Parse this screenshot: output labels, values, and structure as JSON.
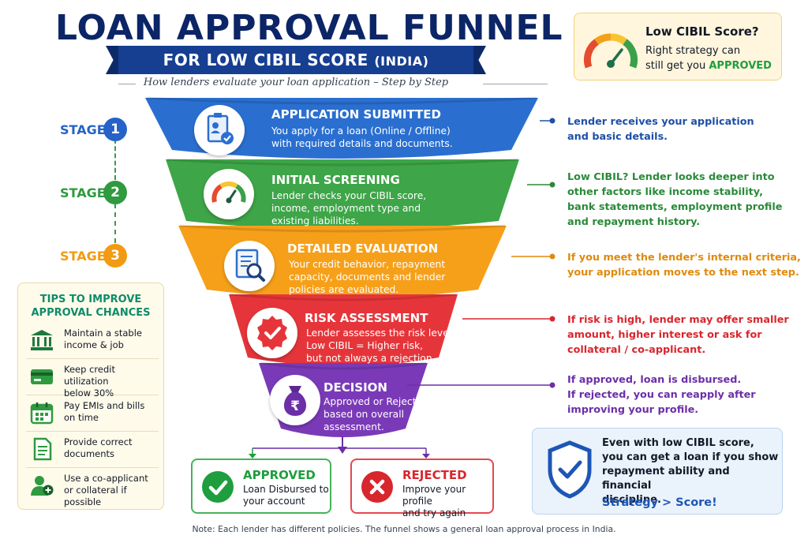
{
  "header": {
    "title": "LOAN APPROVAL FUNNEL",
    "subtitle_main": "FOR LOW CIBIL SCORE",
    "subtitle_country": "(INDIA)",
    "tagline": "How lenders evaluate your loan application – Step by Step"
  },
  "cibil_box": {
    "title": "Low CIBIL Score?",
    "text_line1": "Right strategy can",
    "text_line2": "still get you",
    "highlight": "APPROVED"
  },
  "stages": [
    {
      "label": "STAGE",
      "number": "1",
      "color": "#2563c9"
    },
    {
      "label": "STAGE",
      "number": "2",
      "color": "#2f9a3f"
    },
    {
      "label": "STAGE",
      "number": "3",
      "color": "#f29a12"
    }
  ],
  "funnel": [
    {
      "title": "APPLICATION SUBMITTED",
      "desc": [
        "You apply for a loan (Online / Offline)",
        "with required details and documents."
      ],
      "color": "#2a6fd0",
      "icon": "application-form-icon"
    },
    {
      "title": "INITIAL SCREENING",
      "desc": [
        "Lender checks your CIBIL score,",
        "income, employment type and",
        "existing liabilities."
      ],
      "color": "#3ea548",
      "icon": "speedometer-icon"
    },
    {
      "title": "DETAILED EVALUATION",
      "desc": [
        "Your credit behavior, repayment",
        "capacity, documents and lender",
        "policies are evaluated."
      ],
      "color": "#f6a01a",
      "icon": "document-search-icon"
    },
    {
      "title": "RISK ASSESSMENT",
      "desc": [
        "Lender assesses the risk level.",
        "Low CIBIL = Higher risk,",
        "but not always a rejection."
      ],
      "color": "#e6353a",
      "icon": "badge-check-icon"
    },
    {
      "title": "DECISION",
      "desc": [
        "Approved or Rejected",
        "based on overall",
        "assessment."
      ],
      "color": "#7a3ab8",
      "icon": "money-bag-icon"
    }
  ],
  "notes": [
    {
      "lines": [
        "Lender receives your application",
        "and basic details."
      ],
      "color": "#1e4fa8"
    },
    {
      "lines": [
        "Low CIBIL? Lender looks deeper into",
        "other factors like income stability,",
        "bank statements, employment profile",
        "and repayment history."
      ],
      "color": "#2a8a39"
    },
    {
      "lines": [
        "If you meet the lender's internal criteria,",
        "your application moves to the next step."
      ],
      "color": "#e08a0c"
    },
    {
      "lines": [
        "If risk is high, lender may offer smaller",
        "amount, higher interest or ask for",
        "collateral / co-applicant."
      ],
      "color": "#d8262d"
    },
    {
      "lines": [
        "If approved, loan is disbursed.",
        "If rejected, you can reapply after",
        "improving your profile."
      ],
      "color": "#6b2fa8"
    }
  ],
  "tips": {
    "title_line1": "TIPS TO IMPROVE",
    "title_line2": "APPROVAL CHANCES",
    "items": [
      {
        "line1": "Maintain a stable",
        "line2": "income & job",
        "icon": "bank-icon"
      },
      {
        "line1": "Keep credit utilization",
        "line2": "below 30%",
        "icon": "credit-card-icon"
      },
      {
        "line1": "Pay EMIs and bills",
        "line2": "on time",
        "icon": "calendar-icon"
      },
      {
        "line1": "Provide correct",
        "line2": "documents",
        "icon": "document-icon"
      },
      {
        "line1": "Use a co-applicant",
        "line2": "or collateral if possible",
        "icon": "add-user-icon"
      }
    ]
  },
  "results": {
    "approved": {
      "title": "APPROVED",
      "line1": "Loan Disbursed to",
      "line2": "your account",
      "color": "#1e9e3e"
    },
    "rejected": {
      "title": "REJECTED",
      "line1": "Improve your profile",
      "line2": "and try again",
      "color": "#d8262d"
    }
  },
  "strategy": {
    "lines": [
      "Even with low CIBIL score,",
      "you can get a loan if you show",
      "repayment ability and financial",
      "discipline."
    ],
    "tag": "Strategy > Score!"
  },
  "footnote": "Note: Each lender has different policies. The funnel shows a general loan approval process in India."
}
